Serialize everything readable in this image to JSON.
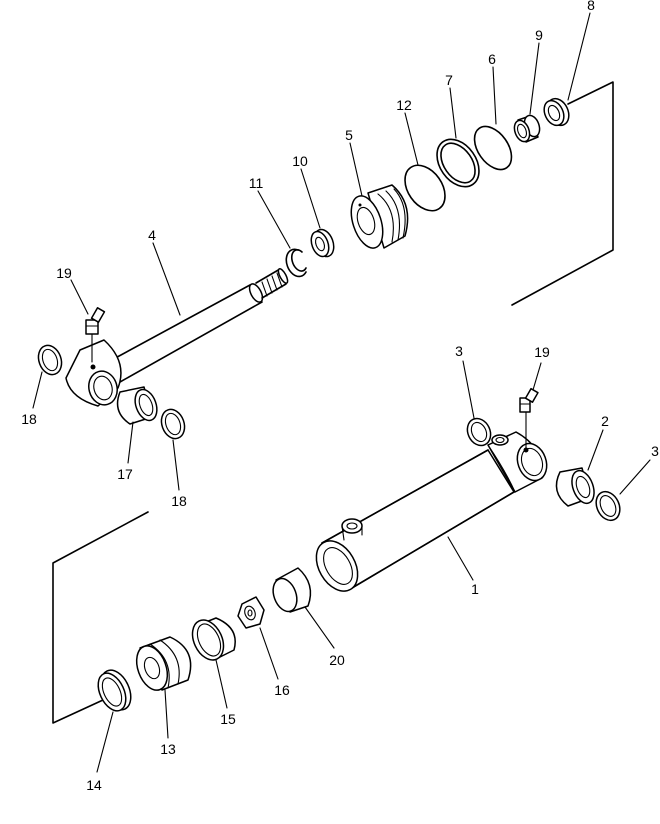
{
  "colors": {
    "line": "#000000",
    "background": "#ffffff"
  },
  "callouts": {
    "n1": "1",
    "n2": "2",
    "n3a": "3",
    "n3b": "3",
    "n4": "4",
    "n5": "5",
    "n6": "6",
    "n7": "7",
    "n8": "8",
    "n9": "9",
    "n10": "10",
    "n11": "11",
    "n12": "12",
    "n13": "13",
    "n14": "14",
    "n15": "15",
    "n16": "16",
    "n17": "17",
    "n18a": "18",
    "n18b": "18",
    "n19a": "19",
    "n19b": "19",
    "n20": "20"
  }
}
